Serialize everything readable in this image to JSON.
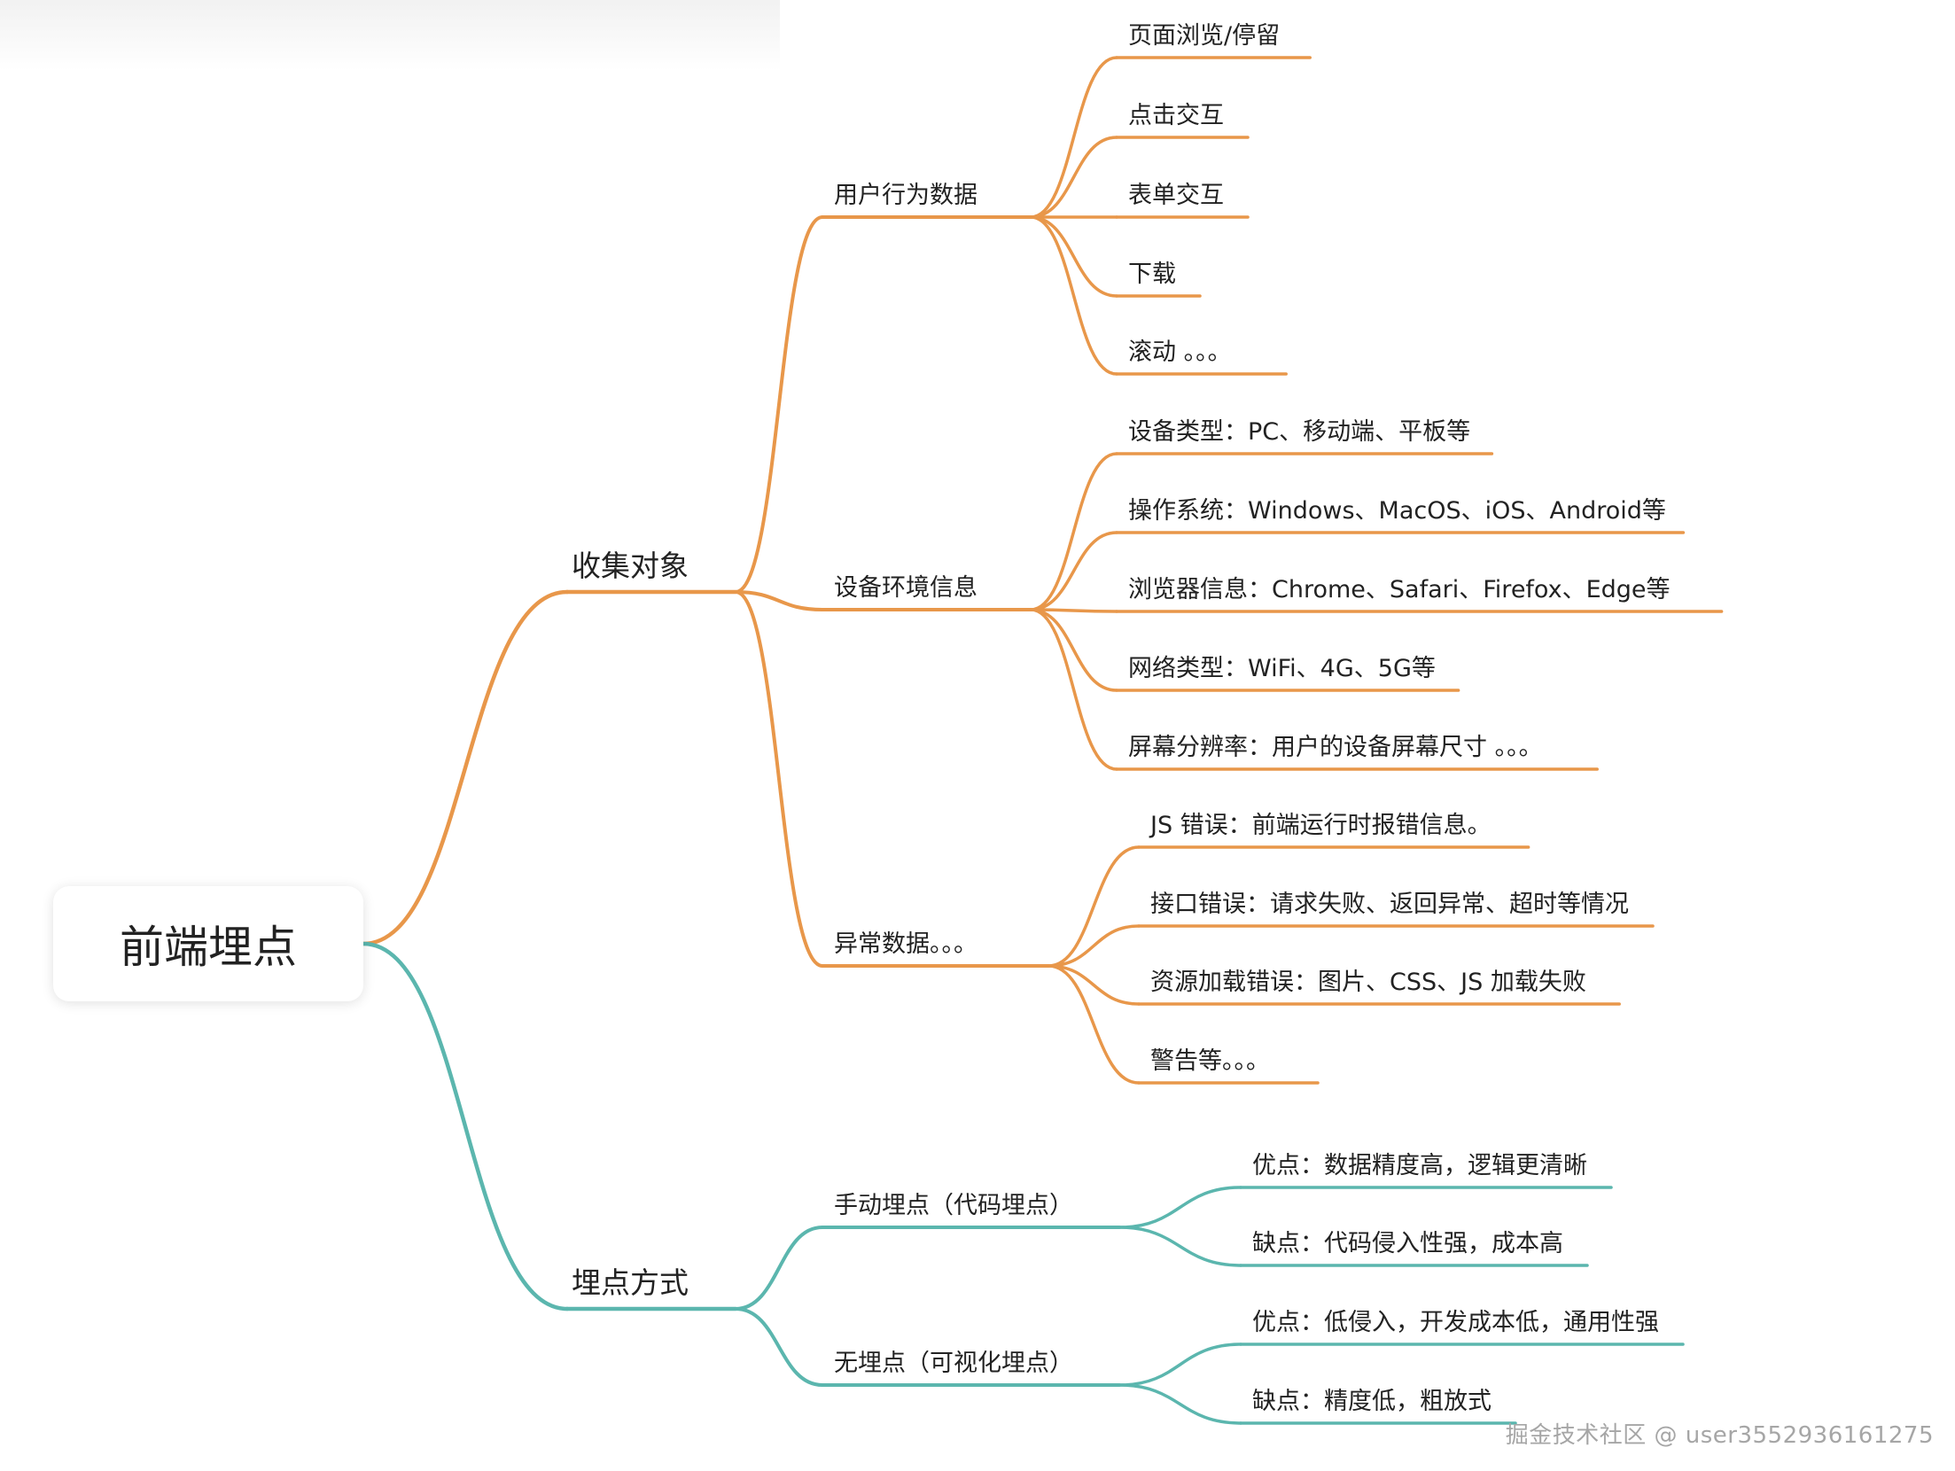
{
  "root": {
    "label": "前端埋点"
  },
  "colors": {
    "branch_collect": "#E8974A",
    "branch_method": "#5BB6AE",
    "text": "#222222",
    "watermark": "#A6A6A6"
  },
  "branches": [
    {
      "label": "收集对象",
      "color": "branch_collect",
      "children": [
        {
          "label": "用户行为数据",
          "children": [
            "页面浏览/停留",
            "点击交互",
            "表单交互",
            "下载",
            "滚动 。。。"
          ]
        },
        {
          "label": "设备环境信息",
          "children": [
            "设备类型：PC、移动端、平板等",
            "操作系统：Windows、MacOS、iOS、Android等",
            "浏览器信息：Chrome、Safari、Firefox、Edge等",
            "网络类型：WiFi、4G、5G等",
            "屏幕分辨率：用户的设备屏幕尺寸 。。。"
          ]
        },
        {
          "label": "异常数据。。。",
          "children": [
            "JS 错误：前端运行时报错信息。",
            "接口错误：请求失败、返回异常、超时等情况",
            "资源加载错误：图片、CSS、JS 加载失败",
            "警告等。。。"
          ]
        }
      ]
    },
    {
      "label": "埋点方式",
      "color": "branch_method",
      "children": [
        {
          "label": "手动埋点（代码埋点）",
          "children": [
            "优点：数据精度高，逻辑更清晰",
            "缺点：代码侵入性强，成本高"
          ]
        },
        {
          "label": "无埋点（可视化埋点）",
          "children": [
            "优点：低侵入，开发成本低，通用性强",
            "缺点：精度低，粗放式"
          ]
        }
      ]
    }
  ],
  "watermark": "掘金技术社区 @ user3552936161275"
}
